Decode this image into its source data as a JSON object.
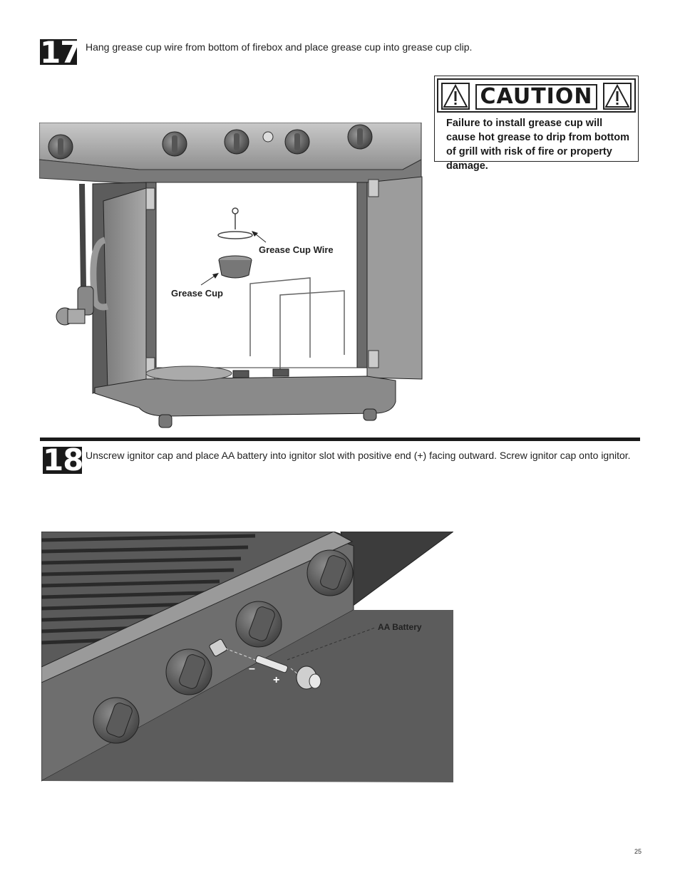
{
  "step17": {
    "number": "17",
    "text": "Hang grease cup wire from bottom of firebox and place grease cup into grease cup clip."
  },
  "caution": {
    "title": "CAUTION",
    "text": "Failure to install grease cup will cause hot grease to drip from bottom of grill with risk of fire or property damage."
  },
  "figure17": {
    "labels": {
      "grease_cup_wire": "Grease Cup Wire",
      "grease_cup": "Grease Cup"
    }
  },
  "step18": {
    "number": "18",
    "text": "Unscrew ignitor cap and place AA battery into ignitor slot with positive end (+) facing outward. Screw ignitor cap onto ignitor."
  },
  "figure18": {
    "labels": {
      "aa_battery": "AA Battery",
      "minus": "–",
      "plus": "+"
    }
  },
  "page_number": "25"
}
